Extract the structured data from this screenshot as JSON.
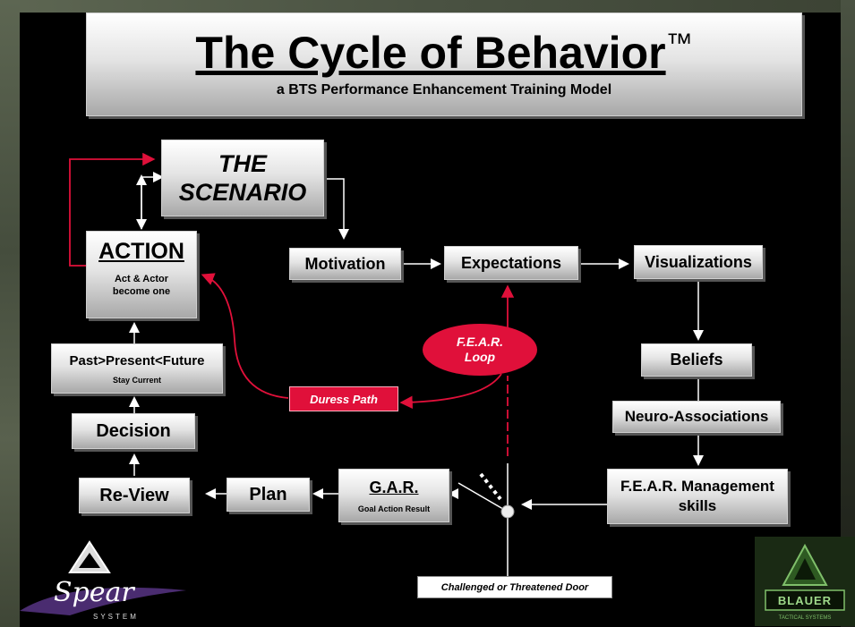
{
  "title": {
    "main": "The Cycle of Behavior",
    "trademark": "™",
    "subtitle": "a BTS Performance Enhancement Training Model"
  },
  "nodes": {
    "scenario": {
      "line1": "THE",
      "line2": "SCENARIO"
    },
    "action": {
      "title": "ACTION",
      "sub1": "Act & Actor",
      "sub2": "become one"
    },
    "motivation": "Motivation",
    "expectations": "Expectations",
    "visualizations": "Visualizations",
    "beliefs": "Beliefs",
    "neuro": "Neuro-Associations",
    "fear_mgmt": {
      "line1": "F.E.A.R. Management",
      "line2": "skills"
    },
    "gar": {
      "title": "G.A.R.",
      "sub": "Goal Action Result"
    },
    "plan": "Plan",
    "review": "Re-View",
    "decision": "Decision",
    "past": {
      "title": "Past>Present<Future",
      "sub": "Stay Current"
    },
    "fear_loop": {
      "line1": "F.E.A.R.",
      "line2": "Loop"
    },
    "duress": "Duress Path",
    "door": "Challenged or Threatened Door"
  },
  "logos": {
    "spear": {
      "word": "Spear",
      "sub": "SYSTEM"
    },
    "blauer": {
      "word": "BLAUER",
      "sub": "TACTICAL SYSTEMS"
    }
  },
  "colors": {
    "accent_red": "#e0103a",
    "background": "#000000"
  }
}
